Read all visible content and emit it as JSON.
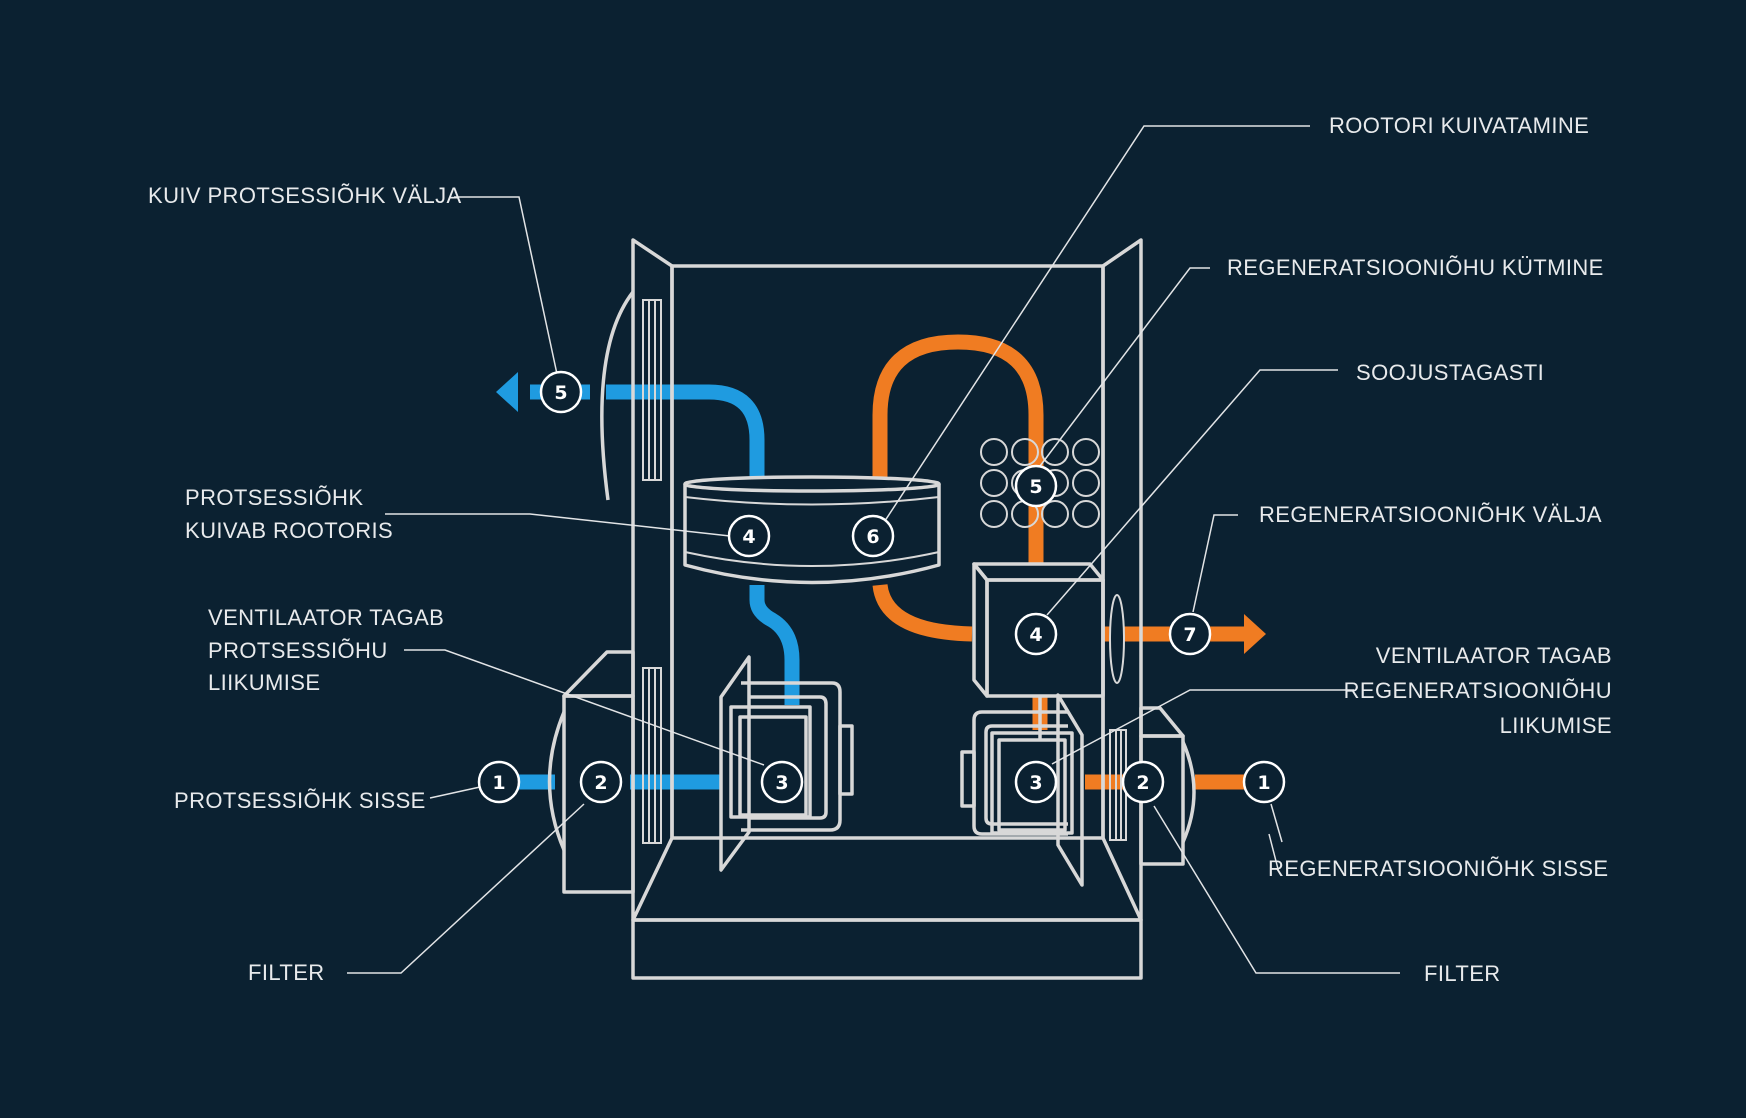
{
  "colors": {
    "background": "#0b2131",
    "process_air": "#1f9be0",
    "regeneration_air": "#f07c22",
    "outline": "#d8d8d8"
  },
  "labels": {
    "dry_process_air_out": "KUIV PROTSESSIÕHK VÄLJA",
    "rotor_drying": "ROOTORI KUIVATAMINE",
    "regen_heating": "REGENERATSIOONIÕHU KÜTMINE",
    "heat_exchanger": "SOOJUSTAGASTI",
    "process_dries_line1": "PROTSESSIÕHK",
    "process_dries_line2": "KUIVAB ROOTORIS",
    "regen_air_out": "REGENERATSIOONIÕHK VÄLJA",
    "fan_process_line1": "VENTILAATOR TAGAB",
    "fan_process_line2": "PROTSESSIÕHU",
    "fan_process_line3": "LIIKUMISE",
    "fan_regen_line1": "VENTILAATOR TAGAB",
    "fan_regen_line2": "REGENERATSIOONIÕHU",
    "fan_regen_line3": "LIIKUMISE",
    "process_air_in": "PROTSESSIÕHK SISSE",
    "regen_air_in": "REGENERATSIOONIÕHK SISSE",
    "filter_left": "FILTER",
    "filter_right": "FILTER"
  },
  "badges": {
    "process_out": "5",
    "rotor_process": "4",
    "rotor_regen": "6",
    "heater": "5",
    "heat_exchanger": "4",
    "regen_out": "7",
    "process_in": "1",
    "filter_left": "2",
    "fan_left": "3",
    "fan_right": "3",
    "filter_right": "2",
    "regen_in": "1"
  }
}
